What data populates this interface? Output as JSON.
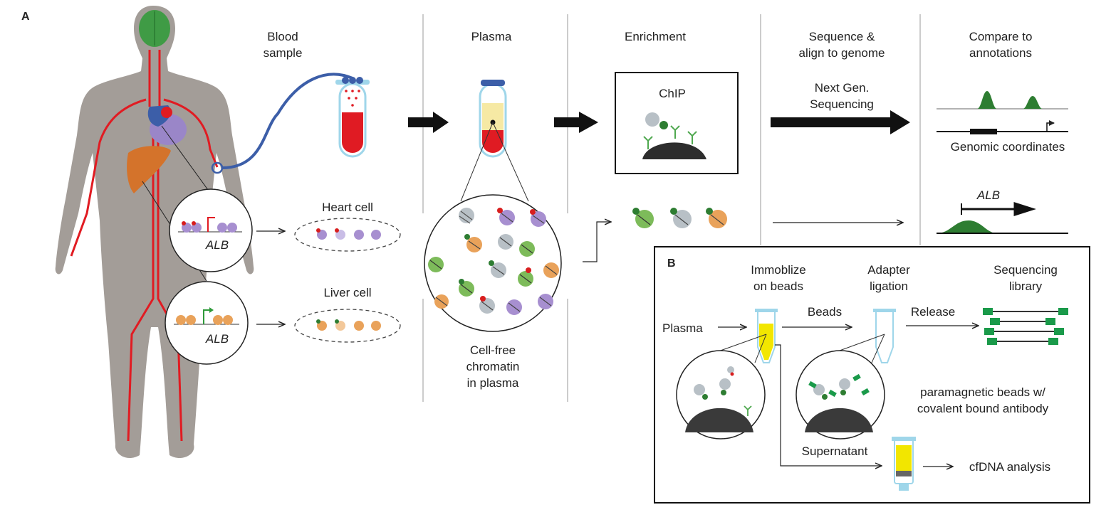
{
  "panel_a": {
    "letter": "A",
    "steps": {
      "blood_sample": [
        "Blood",
        "sample"
      ],
      "plasma": "Plasma",
      "enrichment": "Enrichment",
      "sequence": [
        "Sequence &",
        "align to genome"
      ],
      "compare": [
        "Compare to",
        "annotations"
      ]
    },
    "chip_label": "ChIP",
    "ngs_label": [
      "Next Gen.",
      "Sequencing"
    ],
    "genomic_coords": "Genomic coordinates",
    "gene_alb": "ALB",
    "heart_cell": "Heart cell",
    "liver_cell": "Liver cell",
    "cell_free": [
      "Cell-free",
      "chromatin",
      "in plasma"
    ]
  },
  "panel_b": {
    "letter": "B",
    "immobilize": [
      "Immoblize",
      "on beads"
    ],
    "adapter": [
      "Adapter",
      "ligation"
    ],
    "library": [
      "Sequencing",
      "library"
    ],
    "plasma": "Plasma",
    "beads": "Beads",
    "release": "Release",
    "beads_note": [
      "paramagnetic beads w/",
      "covalent bound antibody"
    ],
    "supernatant": "Supernatant",
    "cfdna": "cfDNA analysis"
  },
  "colors": {
    "body": "#a39d98",
    "vessel": "#e11b22",
    "brain": "#3f9b45",
    "heart": "#3c5ea8",
    "lung": "#9a86c8",
    "liver": "#d4732b",
    "blood": "#e01b23",
    "tube_glass": "#9fd6ea",
    "green_nuc": "#7dbb5a",
    "orange_nuc": "#e9a25a",
    "purple_nuc": "#a78fd0",
    "grey_nuc": "#b8c0c6",
    "peak": "#2e7d32",
    "yellow": "#f2e600",
    "adapter": "#1a9a4a"
  }
}
